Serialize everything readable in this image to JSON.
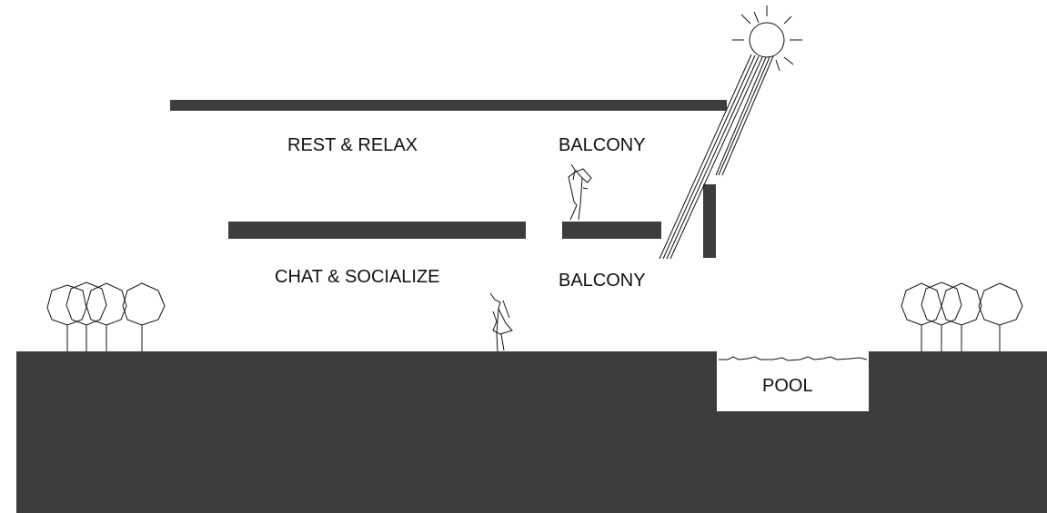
{
  "labels": {
    "rest_relax": "REST & RELAX",
    "balcony_upper": "BALCONY",
    "chat_socialize": "CHAT & SOCIALIZE",
    "balcony_lower": "BALCONY",
    "pool": "POOL"
  },
  "colors": {
    "mass": "#3d3d3d",
    "line": "#111111",
    "background": "#ffffff"
  },
  "icons": [
    "sun-icon",
    "person-icon",
    "tree-icon"
  ]
}
